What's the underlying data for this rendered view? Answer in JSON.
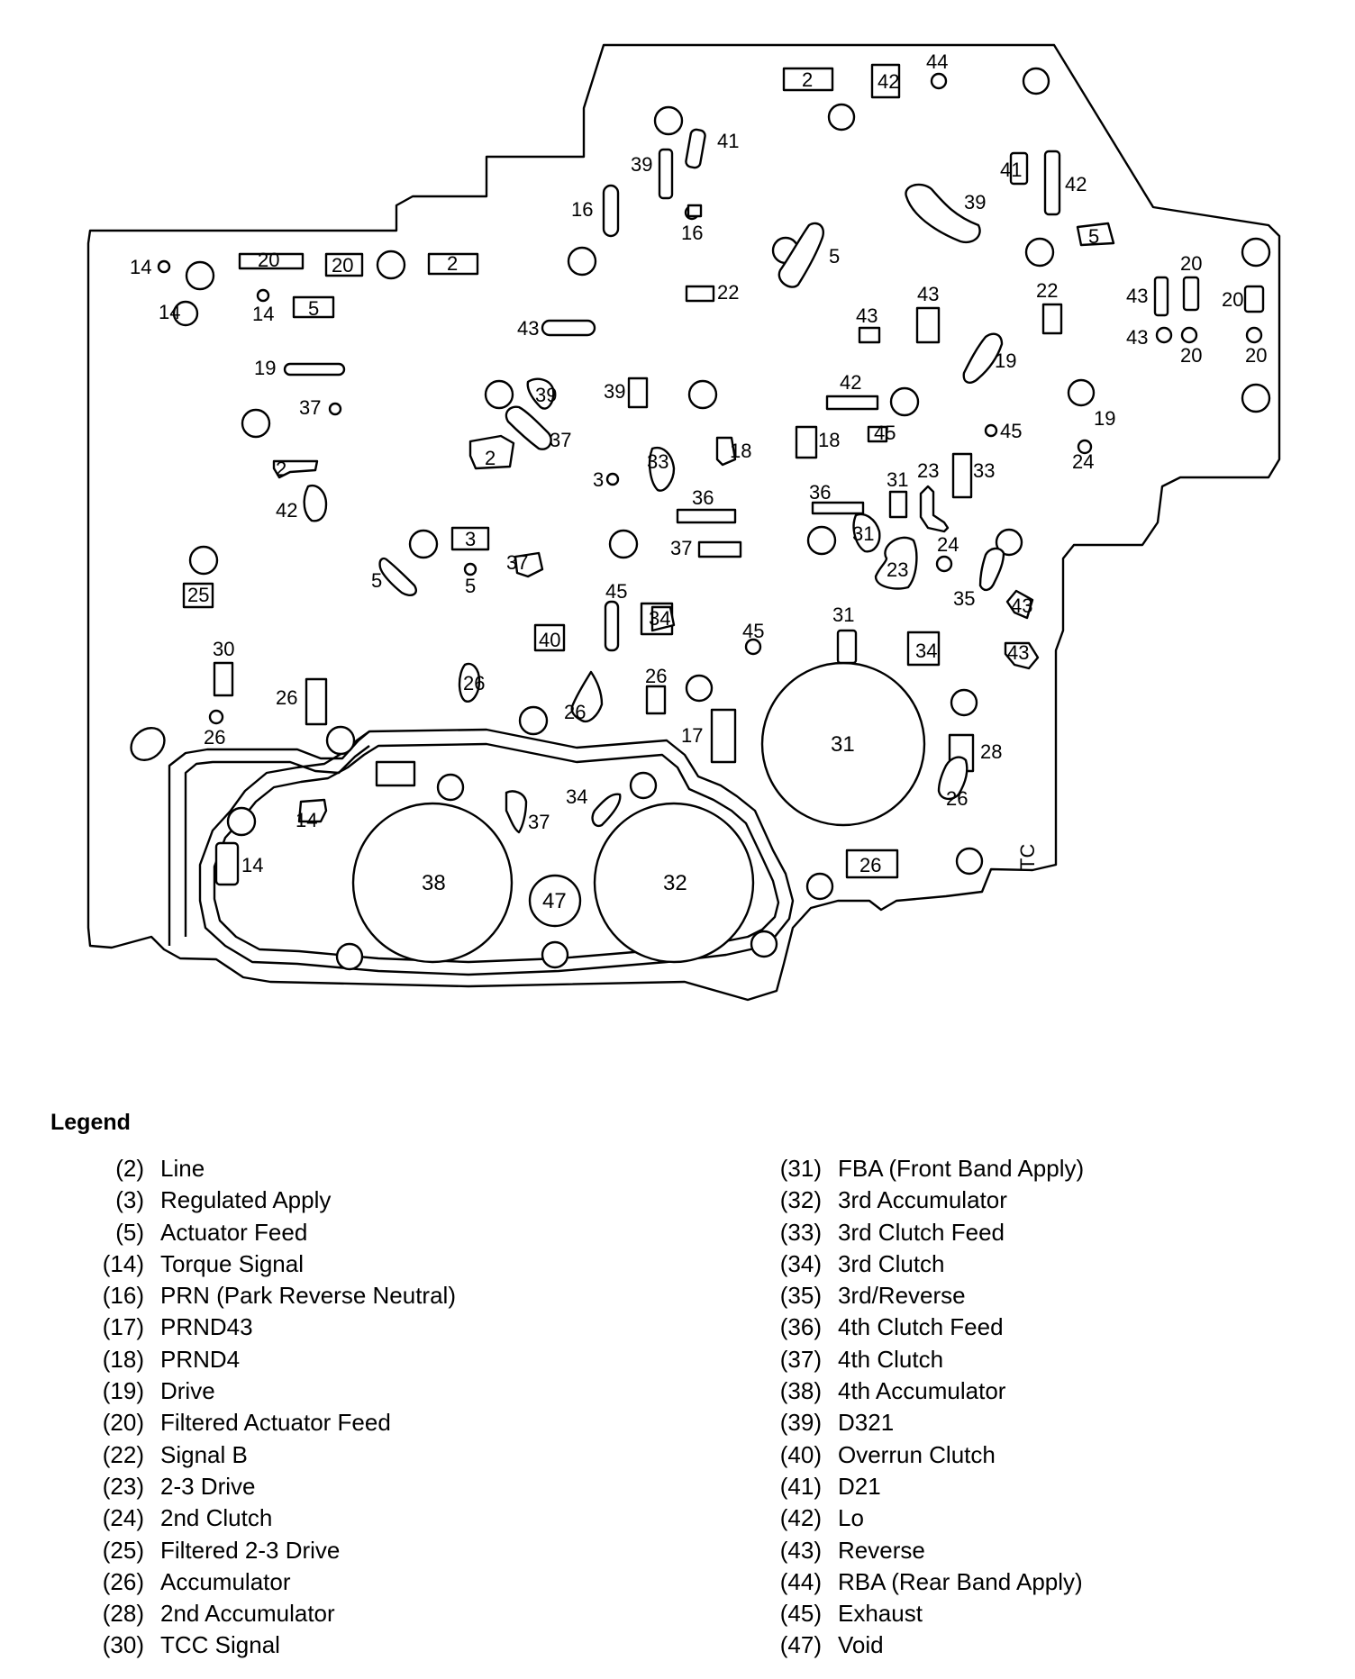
{
  "legend": {
    "title": "Legend",
    "left": [
      {
        "code": "(2)",
        "label": "Line"
      },
      {
        "code": "(3)",
        "label": "Regulated Apply"
      },
      {
        "code": "(5)",
        "label": "Actuator Feed"
      },
      {
        "code": "(14)",
        "label": "Torque Signal"
      },
      {
        "code": "(16)",
        "label": "PRN (Park Reverse Neutral)"
      },
      {
        "code": "(17)",
        "label": "PRND43"
      },
      {
        "code": "(18)",
        "label": "PRND4"
      },
      {
        "code": "(19)",
        "label": "Drive"
      },
      {
        "code": "(20)",
        "label": "Filtered Actuator Feed"
      },
      {
        "code": "(22)",
        "label": "Signal B"
      },
      {
        "code": "(23)",
        "label": "2-3 Drive"
      },
      {
        "code": "(24)",
        "label": "2nd Clutch"
      },
      {
        "code": "(25)",
        "label": "Filtered 2-3 Drive"
      },
      {
        "code": "(26)",
        "label": "Accumulator"
      },
      {
        "code": "(28)",
        "label": "2nd Accumulator"
      },
      {
        "code": "(30)",
        "label": "TCC Signal"
      }
    ],
    "right": [
      {
        "code": "(31)",
        "label": "FBA (Front Band Apply)"
      },
      {
        "code": "(32)",
        "label": "3rd Accumulator"
      },
      {
        "code": "(33)",
        "label": "3rd Clutch Feed"
      },
      {
        "code": "(34)",
        "label": "3rd Clutch"
      },
      {
        "code": "(35)",
        "label": "3rd/Reverse"
      },
      {
        "code": "(36)",
        "label": "4th Clutch Feed"
      },
      {
        "code": "(37)",
        "label": "4th Clutch"
      },
      {
        "code": "(38)",
        "label": "4th Accumulator"
      },
      {
        "code": "(39)",
        "label": "D321"
      },
      {
        "code": "(40)",
        "label": "Overrun Clutch"
      },
      {
        "code": "(41)",
        "label": "D21"
      },
      {
        "code": "(42)",
        "label": "Lo"
      },
      {
        "code": "(43)",
        "label": "Reverse"
      },
      {
        "code": "(44)",
        "label": "RBA (Rear Band Apply)"
      },
      {
        "code": "(45)",
        "label": "Exhaust"
      },
      {
        "code": "(47)",
        "label": "Void"
      }
    ]
  },
  "diagram": {
    "port_labels": {
      "p14a": "14",
      "p14b": "14",
      "p14c": "14",
      "p14d": "14",
      "p14e": "14",
      "p20a": "20",
      "p20b": "20",
      "p20c": "20",
      "p20d": "20",
      "p20e": "20",
      "p20f": "20",
      "p2a": "2",
      "p2b": "2",
      "p2c": "2",
      "p2d": "2",
      "p5a": "5",
      "p5b": "5",
      "p5c": "5",
      "p5d": "5",
      "p5e": "5",
      "p19a": "19",
      "p19b": "19",
      "p19c": "19",
      "p37a": "37",
      "p37b": "37",
      "p37c": "37",
      "p37d": "37",
      "p37e": "37",
      "p42a": "42",
      "p42b": "42",
      "p42c": "42",
      "p42d": "42",
      "p25": "25",
      "p30": "30",
      "p26a": "26",
      "p26b": "26",
      "p26c": "26",
      "p26d": "26",
      "p26e": "26",
      "p26f": "26",
      "p26g": "26",
      "p3a": "3",
      "p3b": "3",
      "p39a": "39",
      "p39b": "39",
      "p39c": "39",
      "p39d": "39",
      "p40": "40",
      "p45a": "45",
      "p45b": "45",
      "p45c": "45",
      "p45d": "45",
      "p34a": "34",
      "p34b": "34",
      "p34c": "34",
      "p16a": "16",
      "p16b": "16",
      "p41a": "41",
      "p41b": "41",
      "p43a": "43",
      "p43b": "43",
      "p43c": "43",
      "p43d": "43",
      "p43e": "43",
      "p43f": "43",
      "p43g": "43",
      "p44": "44",
      "p22a": "22",
      "p22b": "22",
      "p33a": "33",
      "p33b": "33",
      "p36a": "36",
      "p36b": "36",
      "p18a": "18",
      "p18b": "18",
      "p31a": "31",
      "p31b": "31",
      "p31c": "31",
      "p31d": "31",
      "p23a": "23",
      "p23b": "23",
      "p24a": "24",
      "p24b": "24",
      "p35": "35",
      "p17": "17",
      "p28": "28",
      "p38": "38",
      "p32": "32",
      "p47": "47",
      "tc": "TC"
    }
  }
}
